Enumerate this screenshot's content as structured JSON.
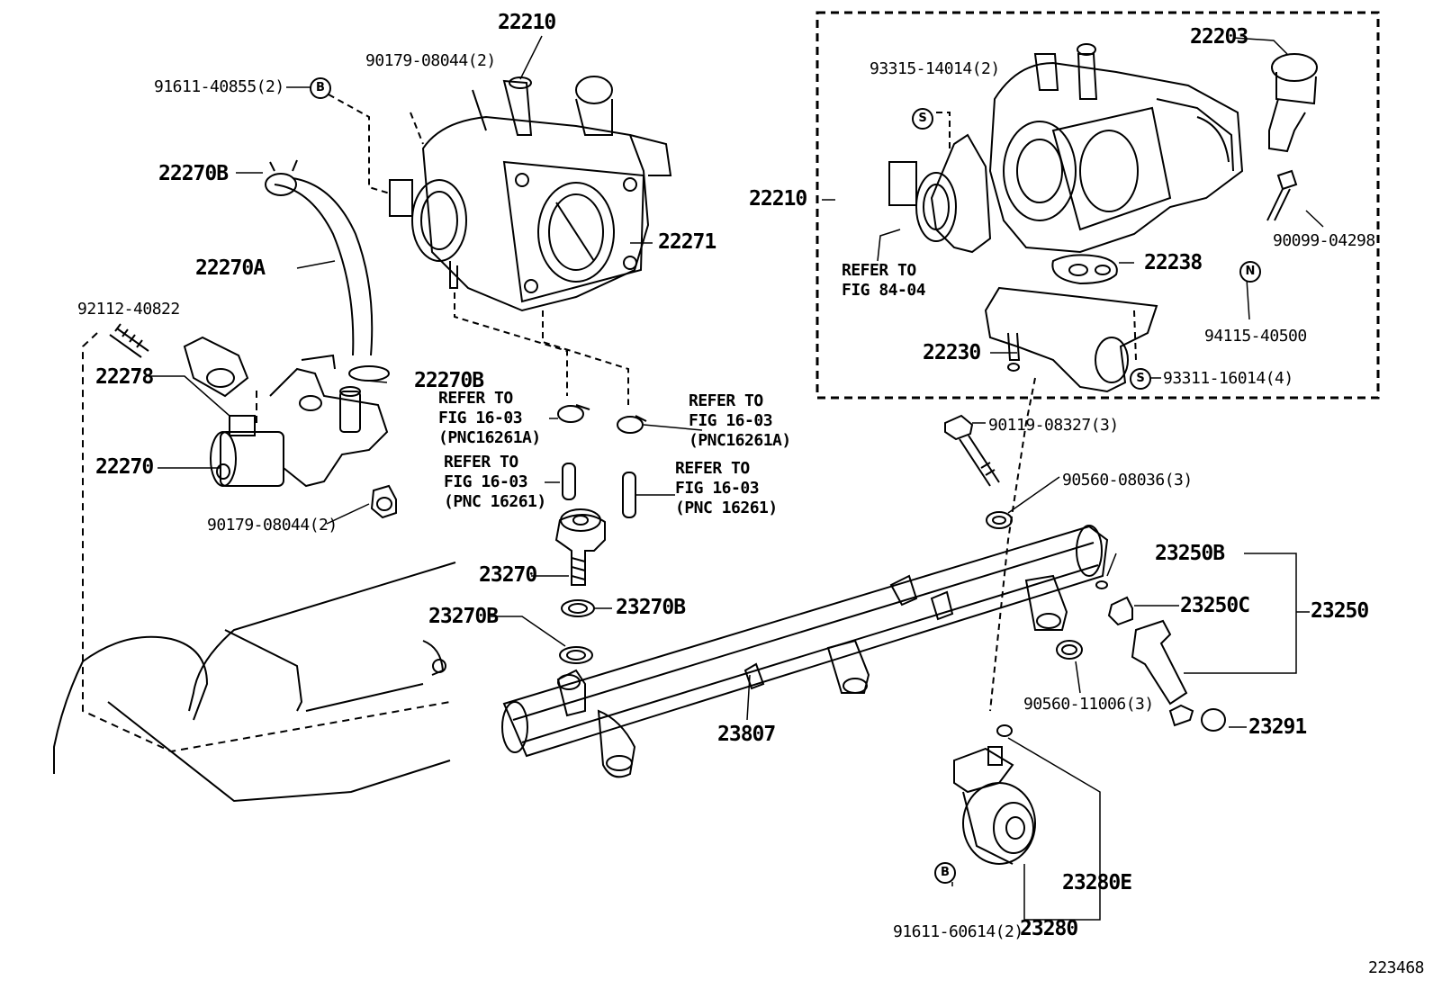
{
  "diagram": {
    "corner_code": "223468",
    "parts": {
      "p22210_top": "22210",
      "p90179_top": "90179-08044(2)",
      "p91611_top": "91611-40855(2)",
      "p22270B_top": "22270B",
      "p22270A": "22270A",
      "p22271": "22271",
      "p92112": "92112-40822",
      "p22278": "22278",
      "p22270B_mid": "22270B",
      "p22270": "22270",
      "p90179_bot": "90179-08044(2)",
      "p23270": "23270",
      "p23270B_right": "23270B",
      "p23270B_left": "23270B",
      "p23807": "23807",
      "p22203": "22203",
      "p93315": "93315-14014(2)",
      "p22210_box": "22210",
      "p22238": "22238",
      "p90099": "90099-04298",
      "p94115": "94115-40500",
      "p22230": "22230",
      "p93311": "93311-16014(4)",
      "p90119": "90119-08327(3)",
      "p90560_08036": "90560-08036(3)",
      "p23250B": "23250B",
      "p23250C": "23250C",
      "p23250": "23250",
      "p90560_11006": "90560-11006(3)",
      "p23291": "23291",
      "p23280E": "23280E",
      "p91611_bot": "91611-60614(2)",
      "p23280": "23280"
    },
    "refs": {
      "ref_box": [
        "REFER TO",
        "FIG 84-04"
      ],
      "ref_a_left": [
        "REFER TO",
        "FIG 16-03",
        "(PNC16261A)"
      ],
      "ref_a_right": [
        "REFER TO",
        "FIG 16-03",
        "(PNC16261A)"
      ],
      "ref_b_left": [
        "REFER TO",
        "FIG 16-03",
        "(PNC 16261)"
      ],
      "ref_b_right": [
        "REFER TO",
        "FIG 16-03",
        "(PNC 16261)"
      ]
    },
    "badges": {
      "b_top": "B",
      "s_box_left": "S",
      "n_box": "N",
      "s_box_right": "S",
      "b_bottom": "B"
    }
  }
}
